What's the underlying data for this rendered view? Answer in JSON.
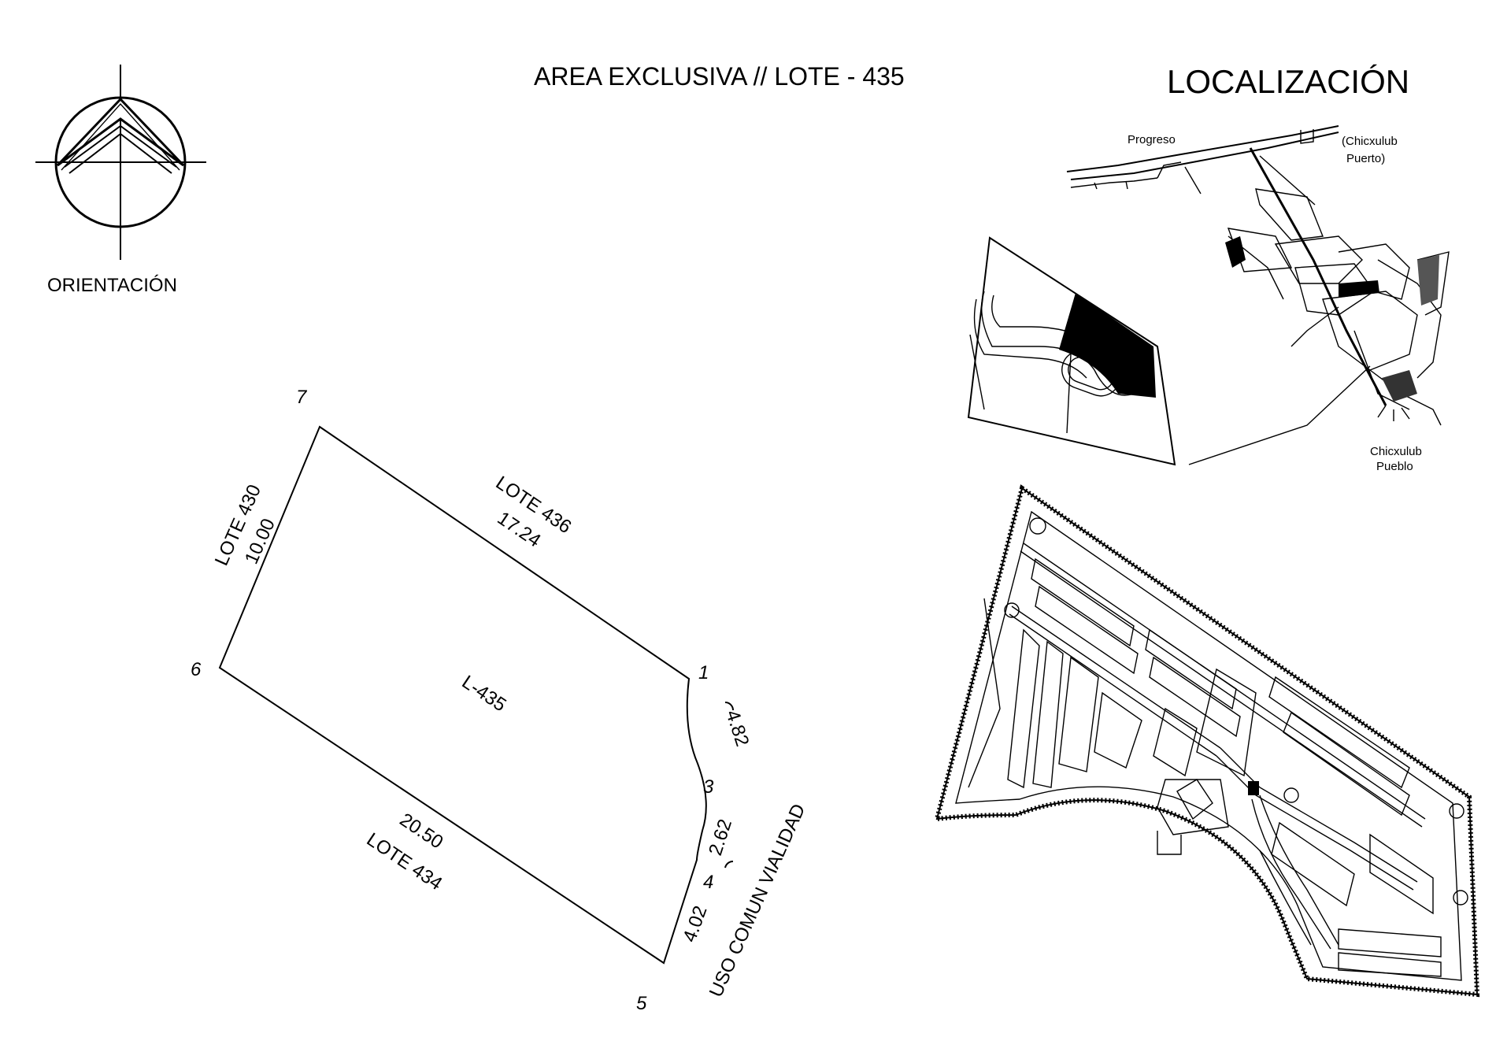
{
  "title": "AREA EXCLUSIVA // LOTE - 435",
  "orientation": {
    "label": "ORIENTACIÓN",
    "icon": "north-arrow-icon"
  },
  "location": {
    "title": "LOCALIZACIÓN",
    "places": {
      "progreso": "Progreso",
      "chicxulub_puerto_1": "(Chicxulub",
      "chicxulub_puerto_2": "Puerto)",
      "chicxulub_pueblo_1": "Chicxulub",
      "chicxulub_pueblo_2": "Pueblo"
    }
  },
  "lot": {
    "id": "L-435",
    "vertices": [
      "1",
      "3",
      "4",
      "5",
      "6",
      "7"
    ],
    "neighbors": {
      "north": "LOTE 436",
      "west": "LOTE 430",
      "south": "LOTE 434",
      "east": "USO COMUN VIALIDAD"
    },
    "dimensions": {
      "side_7_1": "17.24",
      "side_6_7": "10.00",
      "side_5_6": "20.50",
      "arc_1_3": "4.82",
      "arc_3_4": "2.62",
      "side_4_5": "4.02"
    }
  }
}
